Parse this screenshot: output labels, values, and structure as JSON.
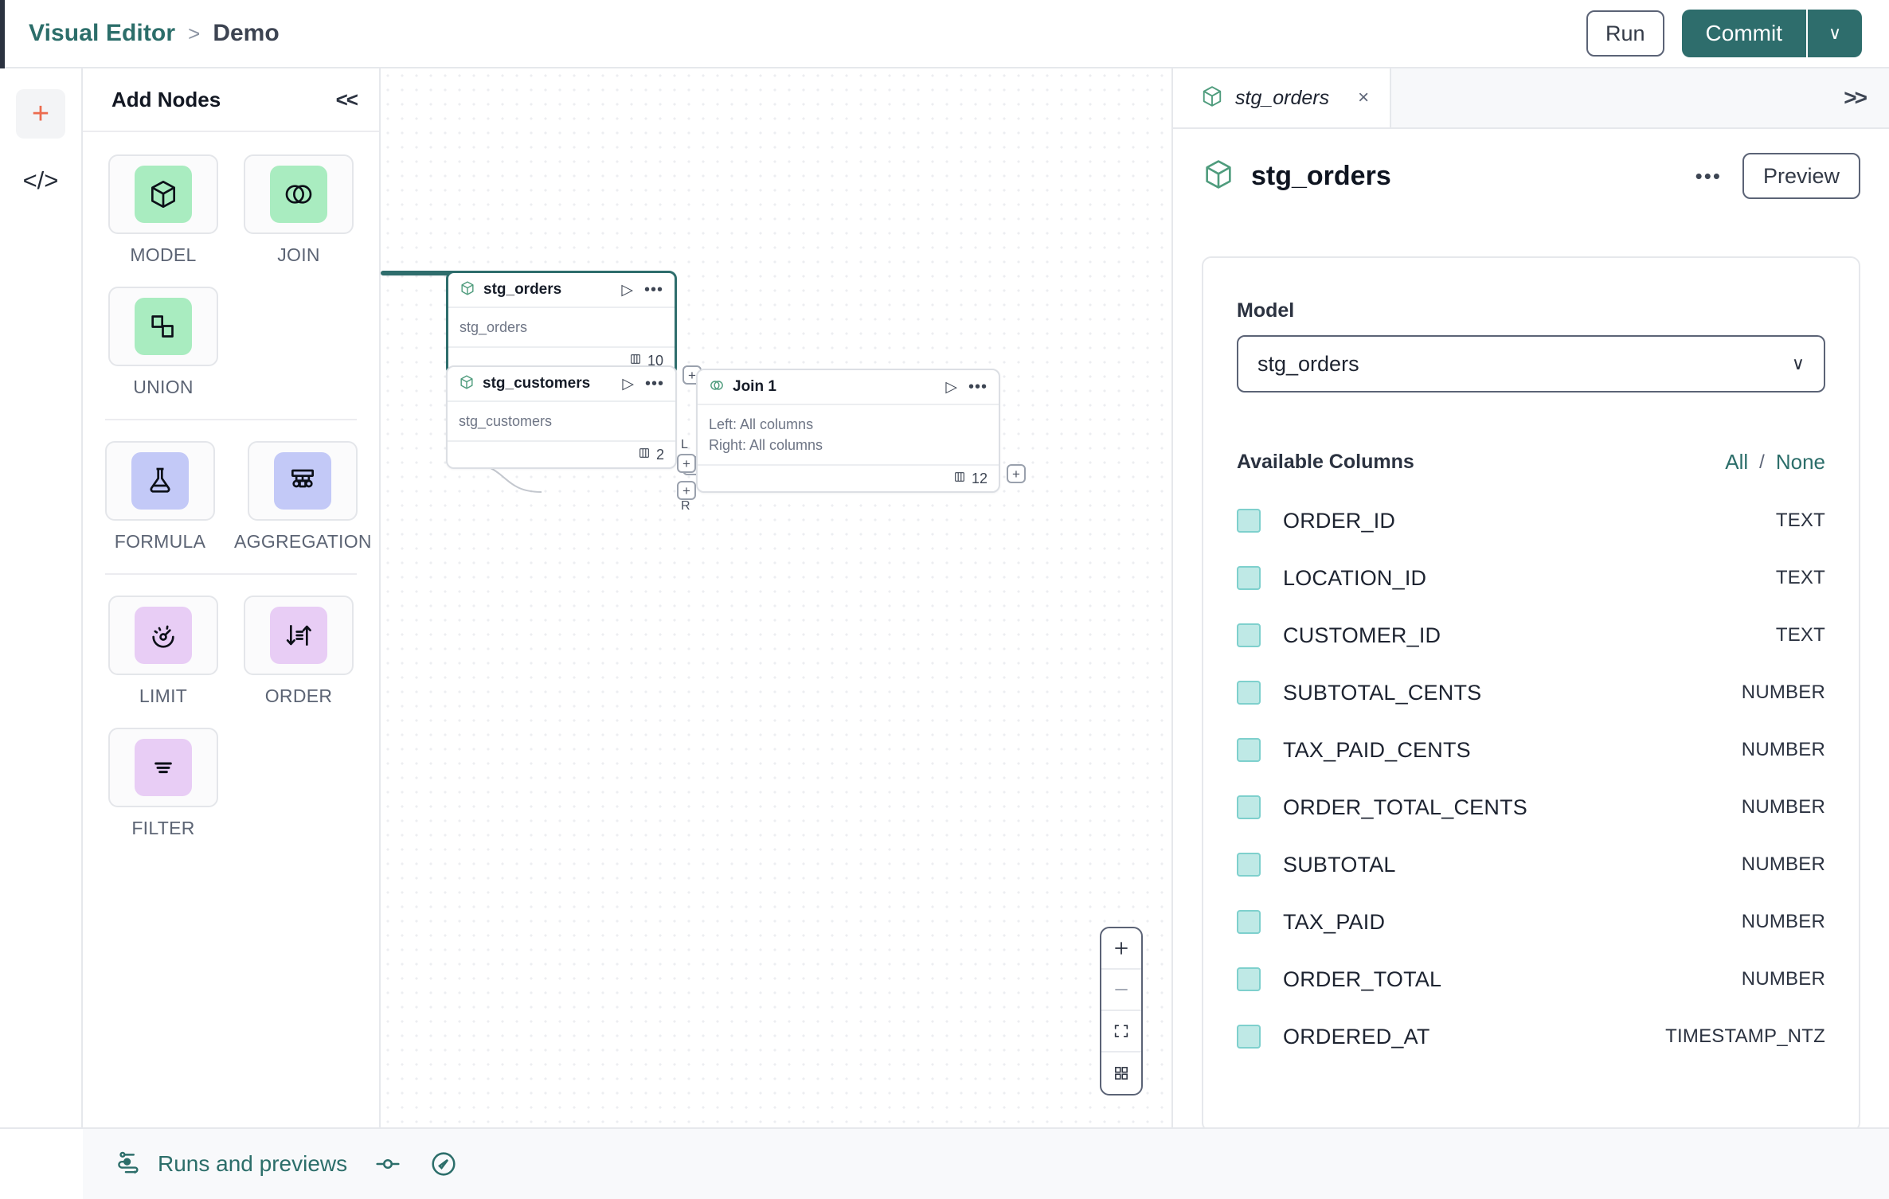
{
  "header": {
    "breadcrumb_root": "Visual Editor",
    "breadcrumb_sep": ">",
    "breadcrumb_leaf": "Demo",
    "run_label": "Run",
    "commit_label": "Commit",
    "commit_caret": "∨",
    "accent_teal": "#2e6d6c"
  },
  "rail": {
    "add_icon": "plus-icon",
    "code_icon": "code-brackets-icon",
    "code_glyph": "</>"
  },
  "palette": {
    "title": "Add Nodes",
    "collapse_glyph": "<<",
    "groups": [
      {
        "nodes": [
          {
            "label": "MODEL",
            "icon": "cube-icon",
            "swatch": "sw-green"
          },
          {
            "label": "JOIN",
            "icon": "venn-circles-icon",
            "swatch": "sw-green"
          },
          {
            "label": "UNION",
            "icon": "union-shapes-icon",
            "swatch": "sw-green"
          }
        ]
      },
      {
        "nodes": [
          {
            "label": "FORMULA",
            "icon": "flask-icon",
            "swatch": "sw-blue"
          },
          {
            "label": "AGGREGATION",
            "icon": "hierarchy-icon",
            "swatch": "sw-blue"
          }
        ]
      },
      {
        "nodes": [
          {
            "label": "LIMIT",
            "icon": "gauge-icon",
            "swatch": "sw-purple"
          },
          {
            "label": "ORDER",
            "icon": "sort-arrows-icon",
            "swatch": "sw-purple"
          },
          {
            "label": "FILTER",
            "icon": "filter-lines-icon",
            "swatch": "sw-purple"
          }
        ]
      }
    ]
  },
  "canvas": {
    "nodes": [
      {
        "title": "stg_orders",
        "subtitle": "stg_orders",
        "column_count": "10",
        "icon": "cube-icon",
        "selected": true
      },
      {
        "title": "stg_customers",
        "subtitle": "stg_customers",
        "column_count": "2",
        "icon": "cube-icon",
        "selected": false
      },
      {
        "title": "Join 1",
        "subtitle_left": "Left: All columns",
        "subtitle_right": "Right: All columns",
        "column_count": "12",
        "icon": "venn-circles-icon",
        "selected": false,
        "port_left_tag": "L",
        "port_right_tag": "R"
      }
    ],
    "port_glyph": "+",
    "play_glyph": "▷",
    "dots_glyph": "•••",
    "zoom_controls": [
      {
        "name": "zoom-in",
        "glyph": "+"
      },
      {
        "name": "zoom-out",
        "glyph": "−"
      },
      {
        "name": "fit-view",
        "glyph": "fit-icon"
      },
      {
        "name": "mini-map",
        "glyph": "grid-icon"
      }
    ]
  },
  "right_panel": {
    "tab_label": "stg_orders",
    "tab_icon": "cube-icon",
    "tab_close": "×",
    "expand_glyph": ">>",
    "title": "stg_orders",
    "title_icon": "cube-icon",
    "more_glyph": "•••",
    "preview_label": "Preview",
    "model_label": "Model",
    "model_value": "stg_orders",
    "model_caret": "∨",
    "columns_label": "Available Columns",
    "select_all_label": "All",
    "select_sep": "/",
    "select_none_label": "None",
    "columns": [
      {
        "name": "ORDER_ID",
        "type": "TEXT",
        "checked": true
      },
      {
        "name": "LOCATION_ID",
        "type": "TEXT",
        "checked": true
      },
      {
        "name": "CUSTOMER_ID",
        "type": "TEXT",
        "checked": true
      },
      {
        "name": "SUBTOTAL_CENTS",
        "type": "NUMBER",
        "checked": true
      },
      {
        "name": "TAX_PAID_CENTS",
        "type": "NUMBER",
        "checked": true
      },
      {
        "name": "ORDER_TOTAL_CENTS",
        "type": "NUMBER",
        "checked": true
      },
      {
        "name": "SUBTOTAL",
        "type": "NUMBER",
        "checked": true
      },
      {
        "name": "TAX_PAID",
        "type": "NUMBER",
        "checked": true
      },
      {
        "name": "ORDER_TOTAL",
        "type": "NUMBER",
        "checked": true
      },
      {
        "name": "ORDERED_AT",
        "type": "TIMESTAMP_NTZ",
        "checked": true
      }
    ]
  },
  "bottom_bar": {
    "runs_label": "Runs and previews",
    "runs_icon": "runs-flow-icon",
    "toggle_icon": "toggle-switch-icon",
    "compass_icon": "compass-icon"
  }
}
